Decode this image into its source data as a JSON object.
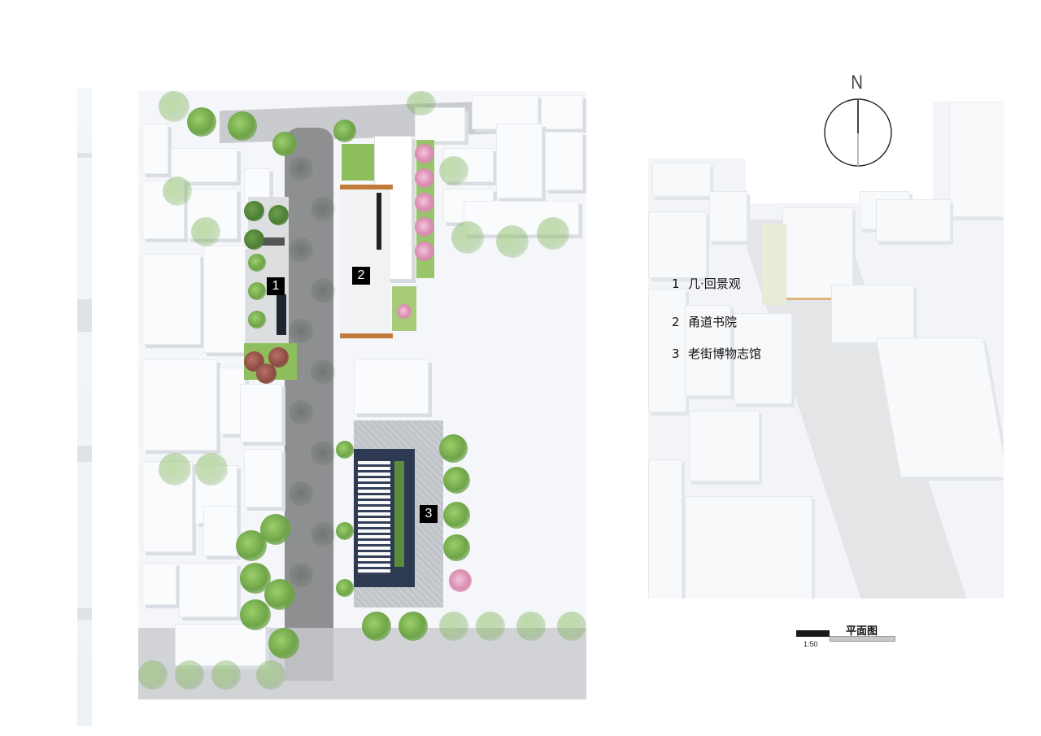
{
  "drawing": {
    "type": "site plan",
    "title": "平面图",
    "scale": "1:50"
  },
  "compass": {
    "label": "N",
    "stroke": "#222222"
  },
  "legend": {
    "items": [
      {
        "number": "1",
        "label": "几·回景观"
      },
      {
        "number": "2",
        "label": "甬道书院"
      },
      {
        "number": "3",
        "label": "老街博物志馆"
      }
    ]
  },
  "plan": {
    "markers": [
      {
        "number": "1"
      },
      {
        "number": "2"
      },
      {
        "number": "3"
      }
    ]
  },
  "colors": {
    "road": "#8e8f91",
    "building": "#fafbfd",
    "tree_green": "#6ea448",
    "tree_pink": "#d98bb0",
    "timber": "#c07a3a",
    "marker_bg": "#000000"
  }
}
